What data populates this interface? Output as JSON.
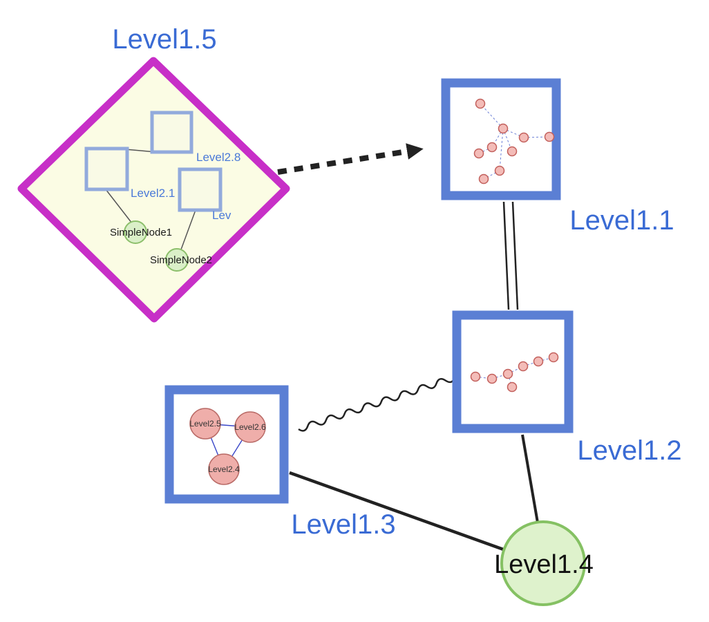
{
  "colors": {
    "label_blue": "#3a6bd4",
    "diamond_stroke_magenta": "#c72fc7",
    "diamond_fill_yellow": "#fbfce4",
    "group_border_blue": "#5b7fd4",
    "inner_square_border": "#92aadc",
    "pink_node_fill": "#f3bcb8",
    "pink_node_stroke": "#c25f5b",
    "green_node_fill": "#daefc8",
    "green_node_stroke": "#8cbf6b",
    "edge_black": "#222222",
    "inner_edge_blue": "#3946c8"
  },
  "nodes": {
    "level15": {
      "label": "Level1.5",
      "type": "group-diamond"
    },
    "level11": {
      "label": "Level1.1",
      "type": "group-square"
    },
    "level12": {
      "label": "Level1.2",
      "type": "group-square"
    },
    "level13": {
      "label": "Level1.3",
      "type": "group-square"
    },
    "level14": {
      "label": "Level1.4",
      "type": "circle"
    }
  },
  "level15_children": {
    "square_top_label": "Level2.8",
    "square_left_label": "Level2.1",
    "square_right_label": "Lev",
    "green1_label": "SimpleNode1",
    "green2_label": "SimpleNode2"
  },
  "level13_children": {
    "left": "Level2.5",
    "right": "Level2.6",
    "bottom": "Level2.4"
  },
  "edges": [
    {
      "from": "Level1.5",
      "to": "Level1.1",
      "style": "thick-dashed-arrow"
    },
    {
      "from": "Level1.1",
      "to": "Level1.2",
      "style": "double-line"
    },
    {
      "from": "Level1.3",
      "to": "Level1.2",
      "style": "wavy-line"
    },
    {
      "from": "Level1.3",
      "to": "Level1.4",
      "style": "solid-line"
    },
    {
      "from": "Level1.2",
      "to": "Level1.4",
      "style": "solid-line"
    }
  ]
}
